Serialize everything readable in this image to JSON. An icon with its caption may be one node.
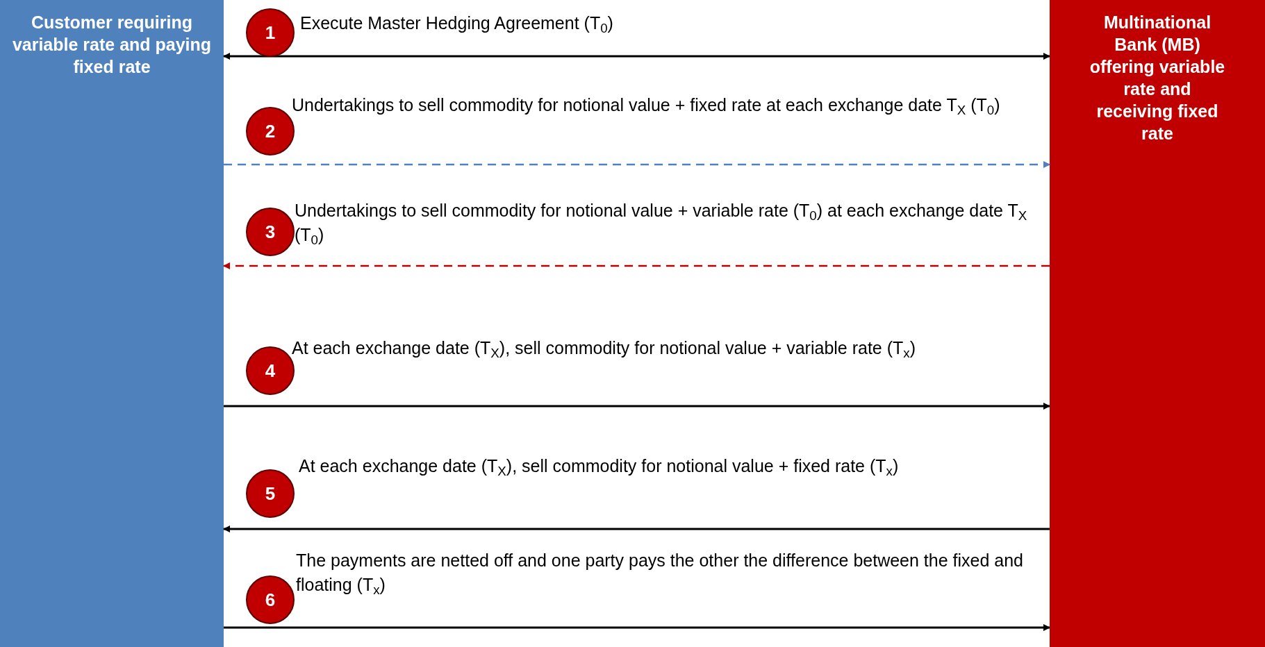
{
  "diagram": {
    "nodes": [
      {
        "text": [
          "Customer requiring variable rate and paying fixed rate"
        ]
      },
      {
        "text": [
          "Multinational Bank (MB) offering variable rate and receiving fixed rate"
        ]
      },
      {
        "text": [
          "1"
        ]
      },
      {
        "text": [
          "2"
        ]
      },
      {
        "text": [
          "3"
        ]
      },
      {
        "text": [
          "4"
        ]
      },
      {
        "text": [
          "5"
        ]
      },
      {
        "text": [
          "6"
        ]
      }
    ],
    "edges": [
      {
        "from": 0,
        "to": 1,
        "arrow": "both",
        "label": "Execute Master Hedging Agreement  (T$_{0}$)"
      },
      {
        "from": 0,
        "to": 1,
        "arrow": "to",
        "style": "dashed",
        "color": "#4f81bd",
        "label": "Undertakings to sell commodity for notional value + fixed rate at each exchange date T$_{X}$ (T$_{0}$)"
      },
      {
        "from": 1,
        "to": 0,
        "arrow": "to",
        "style": "dashed",
        "color": "#c00000",
        "label": "Undertakings to sell commodity for notional value + variable rate (T$_{0}$) at each exchange date T$_{X}$ (T$_{0}$)"
      },
      {
        "from": 0,
        "to": 1,
        "arrow": "to",
        "label": "At each exchange date (T$_{X}$), sell commodity for notional value + variable rate (T$_{x}$)"
      },
      {
        "from": 1,
        "to": 0,
        "arrow": "to",
        "label": "At each exchange date (T$_{X}$), sell commodity for notional value + fixed rate (T$_{x}$)"
      },
      {
        "from": 0,
        "to": 1,
        "arrow": "to",
        "label": "The payments are netted off and one party pays the other the difference between the fixed and floating (T$_{x}$)"
      }
    ]
  }
}
